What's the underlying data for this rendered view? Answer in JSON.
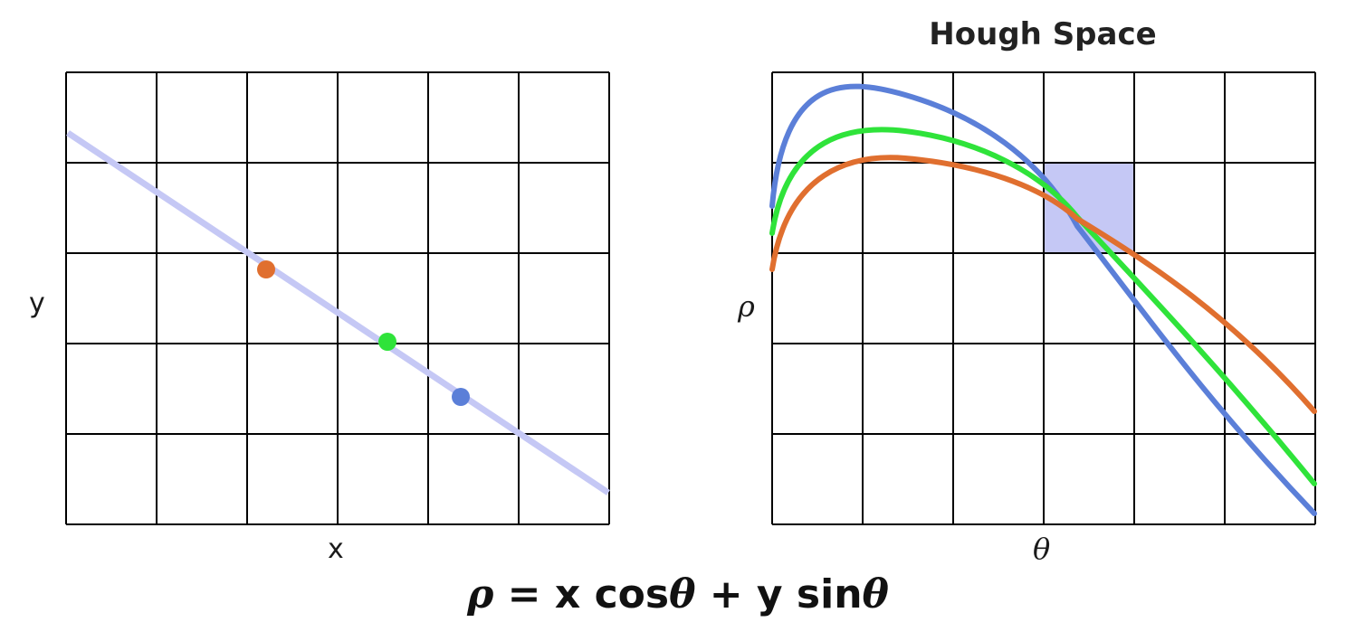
{
  "left_panel": {
    "x_label": "x",
    "y_label": "y",
    "line_color": "#c5c8f5",
    "points": [
      {
        "name": "orange-point",
        "color": "#e06f2f"
      },
      {
        "name": "green-point",
        "color": "#2fe33a"
      },
      {
        "name": "blue-point",
        "color": "#5b7fd8"
      }
    ]
  },
  "right_panel": {
    "title": "Hough Space",
    "x_label": "θ",
    "y_label": "ρ",
    "highlight_color": "#c5c8f5",
    "curves": [
      {
        "name": "blue-curve",
        "color": "#5b7fd8"
      },
      {
        "name": "green-curve",
        "color": "#2fe33a"
      },
      {
        "name": "orange-curve",
        "color": "#e06f2f"
      }
    ]
  },
  "formula": {
    "rho": "ρ",
    "eq_part1": " = x cos",
    "theta1": "θ",
    "eq_part2": " + y sin",
    "theta2": "θ"
  }
}
